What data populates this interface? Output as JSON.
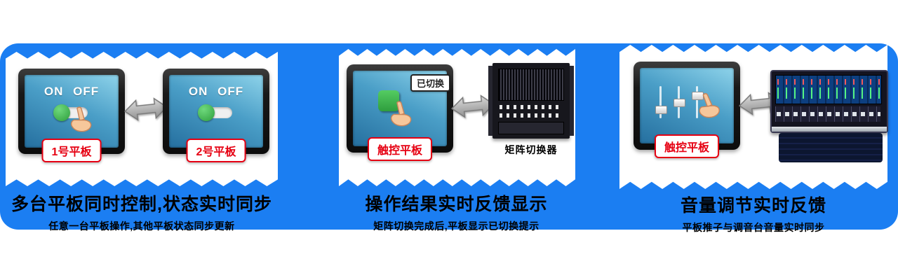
{
  "panels": [
    {
      "caption_title": "多台平板同时控制,状态实时同步",
      "caption_sub": "任意一台平板操作,其他平板状态同步更新",
      "tablets": [
        {
          "screen_text": "ON OFF",
          "label": "1号平板"
        },
        {
          "screen_text": "ON OFF",
          "label": "2号平板"
        }
      ]
    },
    {
      "caption_title": "操作结果实时反馈显示",
      "caption_sub": "矩阵切换完成后,平板显示已切换提示",
      "tablet": {
        "label": "触控平板",
        "bubble": "已切换"
      },
      "device_label": "矩阵切换器"
    },
    {
      "caption_title": "音量调节实时反馈",
      "caption_sub": "平板推子与调音台音量实时同步",
      "tablet": {
        "label": "触控平板"
      }
    }
  ],
  "colors": {
    "background_blue": "#1b7ef2",
    "label_red": "#e60012",
    "toggle_green": "#3cb54a",
    "screen_blue": "#4a9ec7"
  }
}
